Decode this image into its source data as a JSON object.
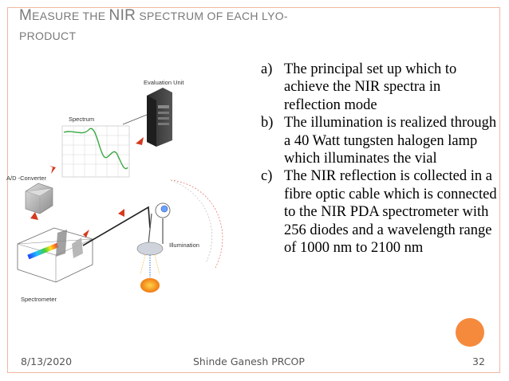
{
  "slide": {
    "title": {
      "part1_cap": "M",
      "part1_rest": "EASURE THE ",
      "part2": "NIR",
      "part3_rest": " SPECTRUM OF EACH LYO-",
      "part4_cap": "",
      "part4_rest": "PRODUCT"
    },
    "list": [
      {
        "marker": "a)",
        "text": "The principal set up which to achieve the NIR spectra in reflection mode"
      },
      {
        "marker": "b)",
        "text": "The illumination is realized through a 40 Watt tungsten halogen lamp which illuminates the vial"
      },
      {
        "marker": "c)",
        "text": "The NIR reflection is collected in a fibre optic cable which is connected to the NIR PDA spectrometer with 256 diodes and a wavelength range of 1000 nm to 2100 nm"
      }
    ],
    "footer": {
      "date": "8/13/2020",
      "author": "Shinde Ganesh PRCOP",
      "page": "32"
    },
    "diagram_labels": {
      "evaluation_unit": "Evaluation Unit",
      "spectrum": "Spectrum",
      "ad_converter": "A/D -Converter",
      "spectrometer": "Spectrometer",
      "illumination": "Illumination"
    },
    "colors": {
      "accent": "#f58a3d",
      "frame_border": "#f0b8a0",
      "arrow_red": "#d63a1e",
      "title_gray": "#7a7a7a"
    }
  }
}
